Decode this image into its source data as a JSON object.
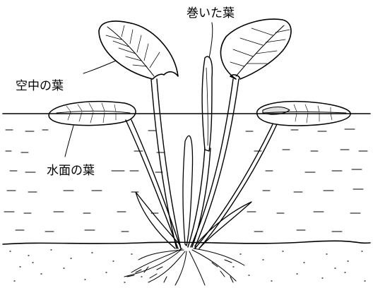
{
  "labels": {
    "rolled_leaf": "巻いた葉",
    "aerial_leaf": "空中の葉",
    "floating_leaf": "水面の葉"
  }
}
